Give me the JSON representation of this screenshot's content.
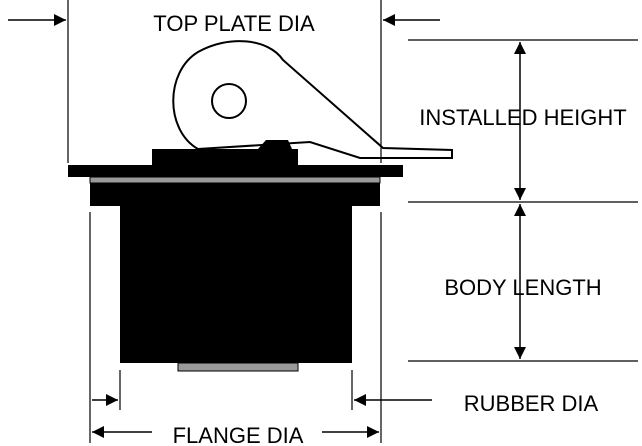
{
  "labels": {
    "top_plate_dia": "TOP PLATE DIA",
    "installed_height": "INSTALLED HEIGHT",
    "body_length": "BODY LENGTH",
    "rubber_dia": "RUBBER DIA",
    "flange_dia": "FLANGE DIA"
  },
  "colors": {
    "ink": "#000000",
    "seal_gray": "#9a9a9a",
    "background": "#ffffff"
  }
}
